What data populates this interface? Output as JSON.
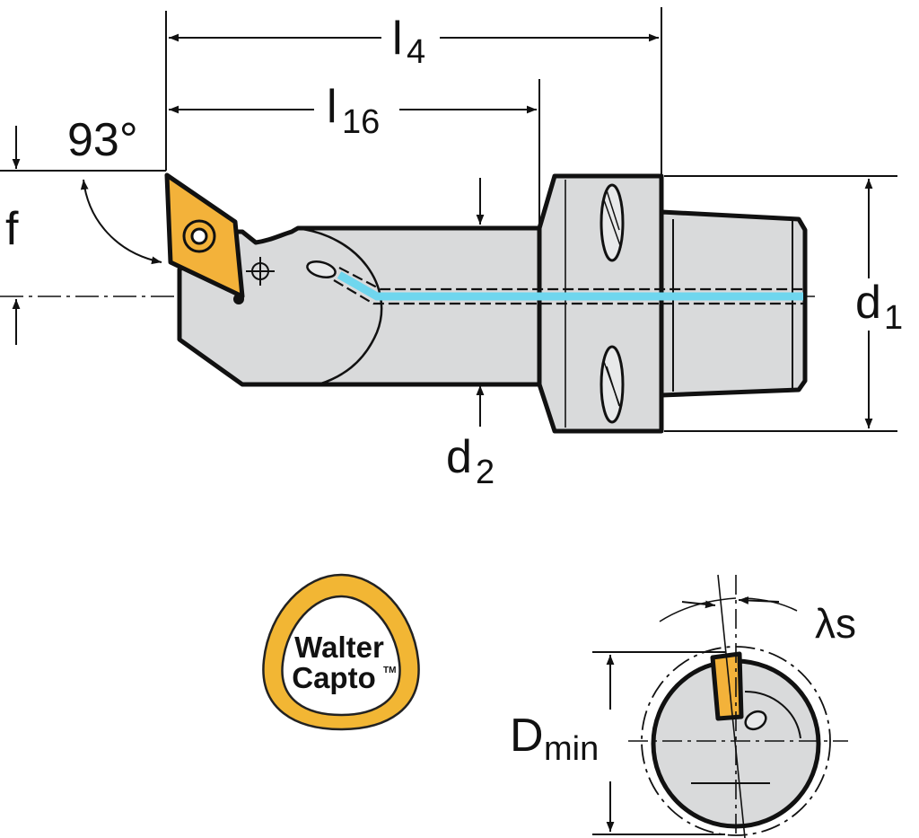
{
  "labels": {
    "l4": "l",
    "l4_sub": "4",
    "l16": "l",
    "l16_sub": "16",
    "angle": "93°",
    "f": "f",
    "d1": "d",
    "d1_sub": "1",
    "d2": "d",
    "d2_sub": "2",
    "lambda_s": "λs",
    "dmin": "D",
    "dmin_sub": "min"
  },
  "logo": {
    "line1": "Walter",
    "line2": "Capto",
    "tm": "TM"
  },
  "colors": {
    "body": "#d9dadb",
    "insert": "#f3b23a",
    "coolant": "#6fd6ee",
    "logo_ring": "#f2b634",
    "outline": "#111111"
  }
}
